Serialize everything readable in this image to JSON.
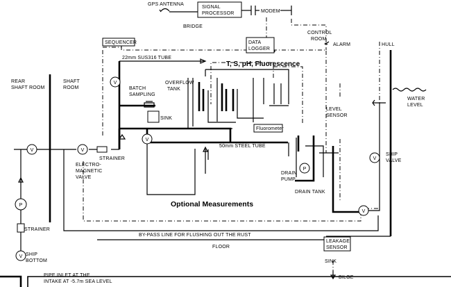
{
  "labels": {
    "gps_antenna": "GPS ANTENNA",
    "signal_processor": [
      "SIGNAL",
      "PROCESSOR"
    ],
    "modem": "MODEM",
    "bridge": "BRIDGE",
    "control_room": [
      "CONTROL",
      "ROOM"
    ],
    "alarm": "ALARM",
    "hull": "HULL",
    "sequencer": "SEQUENCER",
    "data_logger": [
      "DATA",
      "LOGGER"
    ],
    "pipe_22mm": "22mm SUS316 TUBE",
    "tsph": "T, S, pH, Fluorescence",
    "rear_shaft_room": [
      "REAR",
      "SHAFT ROOM"
    ],
    "shaft_room": [
      "SHAFT",
      "ROOM"
    ],
    "batch_sampling": [
      "BATCH",
      "SAMPLING"
    ],
    "overflow_tank": [
      "OVERFLOW",
      "TANK"
    ],
    "water_level": [
      "WATER",
      "LEVEL"
    ],
    "sink_upper": "SINK",
    "level_sensor": [
      "LEVEL",
      "SENSOR"
    ],
    "fluorometer": "Fluorometer",
    "electromagnetic_valve": [
      "ELECTRO-",
      "MAGNETIC",
      "VALVE"
    ],
    "strainer_upper": "STRAINER",
    "pipe_50mm": "50mm STEEL TUBE",
    "drain_pump": [
      "DRAIN",
      "PUMP"
    ],
    "ship_valve": [
      "SHIP",
      "VALVE"
    ],
    "drain_tank": "DRAIN TANK",
    "optional_measurements": "Optional Measurements",
    "strainer_lower": "STRAINER",
    "bypass_line": "BY-PASS LINE FOR FLUSHING OUT THE RUST",
    "leakage_sensor": [
      "LEAKAGE",
      "SENSOR"
    ],
    "floor": "FLOOR",
    "ship_bottom": [
      "SHIP",
      "BOTTOM"
    ],
    "sink_lower": "SINK",
    "pipe_inlet": [
      "PIPE INLET AT THE",
      "INTAKE AT -5.7m SEA LEVEL"
    ],
    "bilge": "BILGE"
  },
  "symbols": {
    "valve": "V",
    "pump": "P"
  }
}
